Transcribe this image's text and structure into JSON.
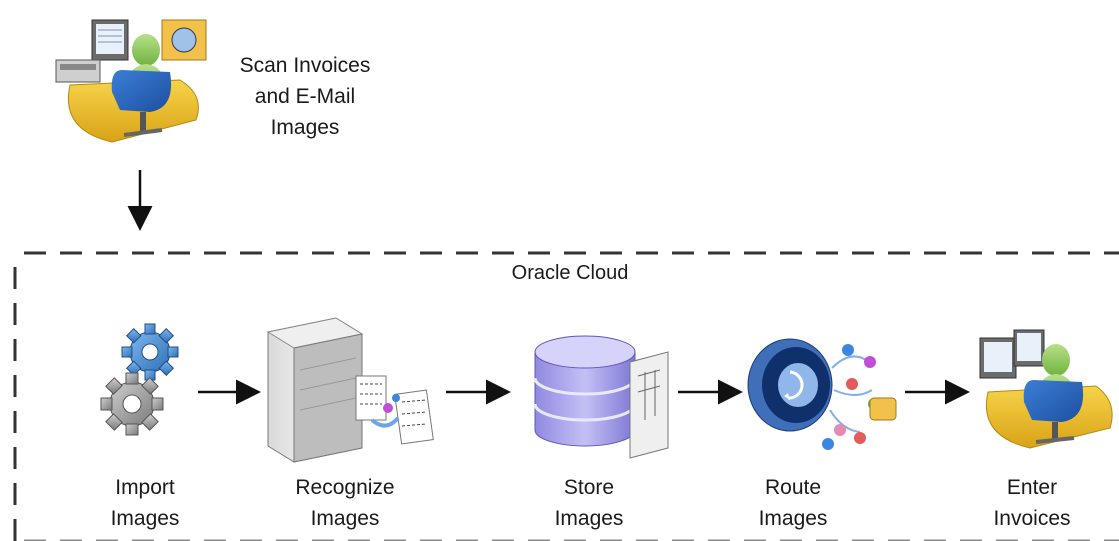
{
  "diagram": {
    "title": "Oracle Cloud",
    "external_step": {
      "label": "Scan Invoices\nand E-Mail\nImages",
      "icon": "scanning-workstation-icon"
    },
    "steps": [
      {
        "label": "Import\nImages",
        "icon": "gears-icon"
      },
      {
        "label": "Recognize\nImages",
        "icon": "ocr-server-icon"
      },
      {
        "label": "Store\nImages",
        "icon": "database-icon"
      },
      {
        "label": "Route\nImages",
        "icon": "workflow-routing-icon"
      },
      {
        "label": "Enter\nInvoices",
        "icon": "workstation-icon"
      }
    ]
  }
}
